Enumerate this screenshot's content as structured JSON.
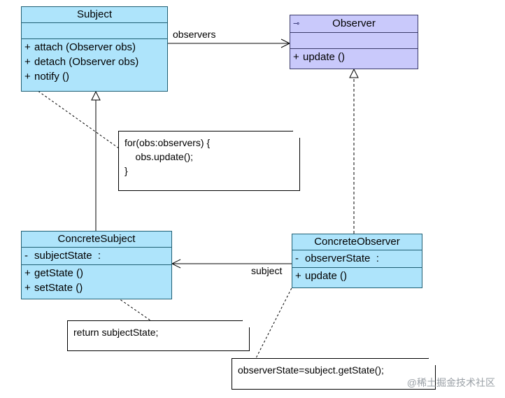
{
  "classes": {
    "subject": {
      "name": "Subject",
      "operations": [
        {
          "vis": "+",
          "text": "attach (Observer obs)"
        },
        {
          "vis": "+",
          "text": "detach (Observer obs)"
        },
        {
          "vis": "+",
          "text": "notify ()"
        }
      ]
    },
    "observer": {
      "name": "Observer",
      "icon": "interface-icon",
      "operations": [
        {
          "vis": "+",
          "text": "update ()"
        }
      ]
    },
    "concrete_subject": {
      "name": "ConcreteSubject",
      "attributes": [
        {
          "vis": "-",
          "text": "subjectState  :"
        }
      ],
      "operations": [
        {
          "vis": "+",
          "text": "getState ()"
        },
        {
          "vis": "+",
          "text": "setState ()"
        }
      ]
    },
    "concrete_observer": {
      "name": "ConcreteObserver",
      "attributes": [
        {
          "vis": "-",
          "text": "observerState  :"
        }
      ],
      "operations": [
        {
          "vis": "+",
          "text": "update ()"
        }
      ]
    }
  },
  "notes": {
    "notify_note": [
      "for(obs:observers) {",
      "    obs.update();",
      "}"
    ],
    "getstate_note": [
      "return subjectState;"
    ],
    "update_note": [
      "observerState=subject.getState();"
    ]
  },
  "associations": {
    "observers_label": "observers",
    "subject_label": "subject"
  },
  "watermark": "@稀土掘金技术社区",
  "colors": {
    "class_fill": "#aee4fb",
    "interface_fill": "#c9c9fb"
  }
}
